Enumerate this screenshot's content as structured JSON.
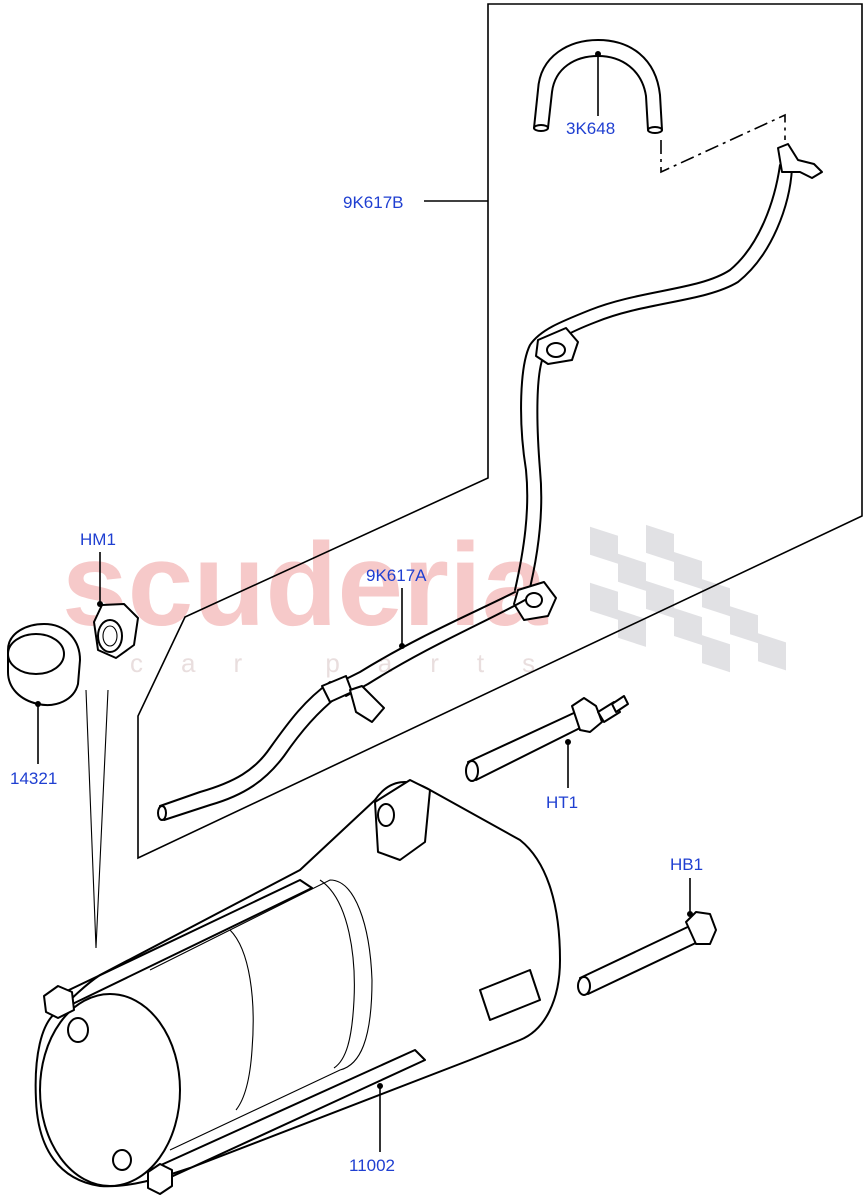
{
  "watermark": {
    "brand": "scuderia",
    "tagline": "car parts"
  },
  "callouts": {
    "hose_u": "3K648",
    "hose_assy_b": "9K617B",
    "hose_assy_a": "9K617A",
    "nut": "HM1",
    "cap": "14321",
    "stud": "HT1",
    "bolt": "HB1",
    "starter": "11002"
  },
  "colors": {
    "callout_text": "#1f3fd1",
    "watermark_text": "#f6c9c9",
    "watermark_flag": "#d9d9dd"
  }
}
